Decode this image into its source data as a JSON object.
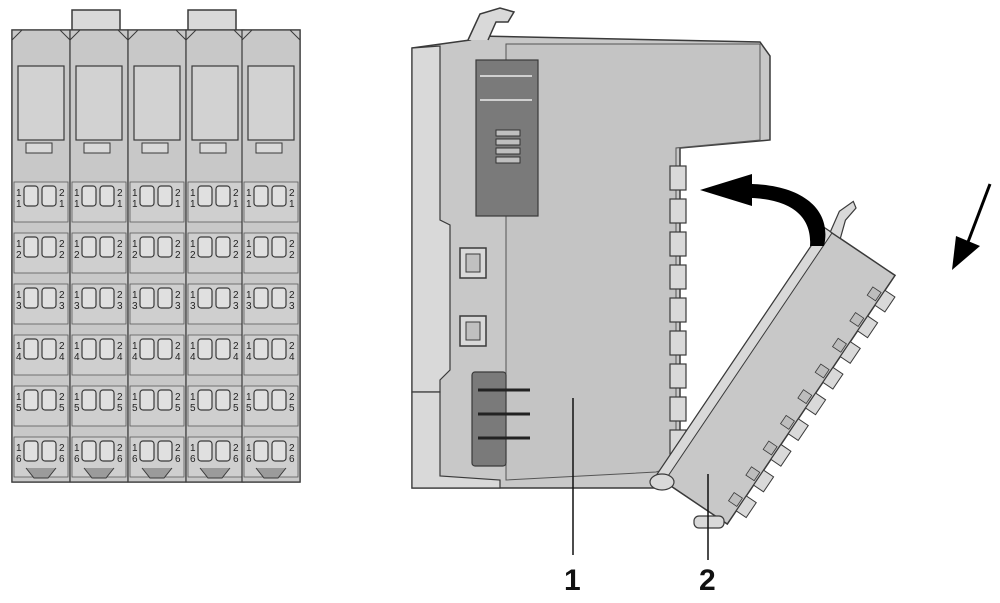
{
  "callouts": {
    "module": "1",
    "connector": "2"
  },
  "pin_numbers": [
    "1",
    "2",
    "3",
    "4",
    "5",
    "6"
  ],
  "pin_prefix": {
    "left": "1",
    "right": "2"
  },
  "colors": {
    "body": "#c8c8c8",
    "body_light": "#d9d9d9",
    "body_dark": "#9b9b9b",
    "panel": "#7a7a7a",
    "outline": "#3a3a3a",
    "arrow": "#000000"
  },
  "icons": {
    "rotate_arrow": "curved-arrow-icon",
    "press_arrow": "arrow-down-left-icon"
  }
}
